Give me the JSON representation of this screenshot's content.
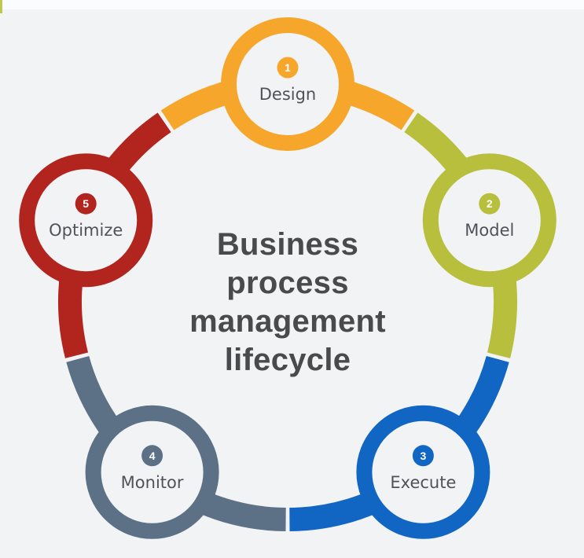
{
  "background": "#F2F3F5",
  "top_strip_color": "#FBFCFD",
  "corner_tick_color": "#BFC94C",
  "title": {
    "text": "Business process management lifecycle",
    "lines": [
      "Business",
      "process",
      "management",
      "lifecycle"
    ],
    "color": "#4A4A4C"
  },
  "label_color": "#505257",
  "badge_text_color": "#FFFFFF",
  "stages": [
    {
      "number": "1",
      "label": "Design",
      "color": "#F5A62B"
    },
    {
      "number": "2",
      "label": "Model",
      "color": "#B7BF3C"
    },
    {
      "number": "3",
      "label": "Execute",
      "color": "#1166C4"
    },
    {
      "number": "4",
      "label": "Monitor",
      "color": "#5C7185"
    },
    {
      "number": "5",
      "label": "Optimize",
      "color": "#B2241E"
    }
  ]
}
